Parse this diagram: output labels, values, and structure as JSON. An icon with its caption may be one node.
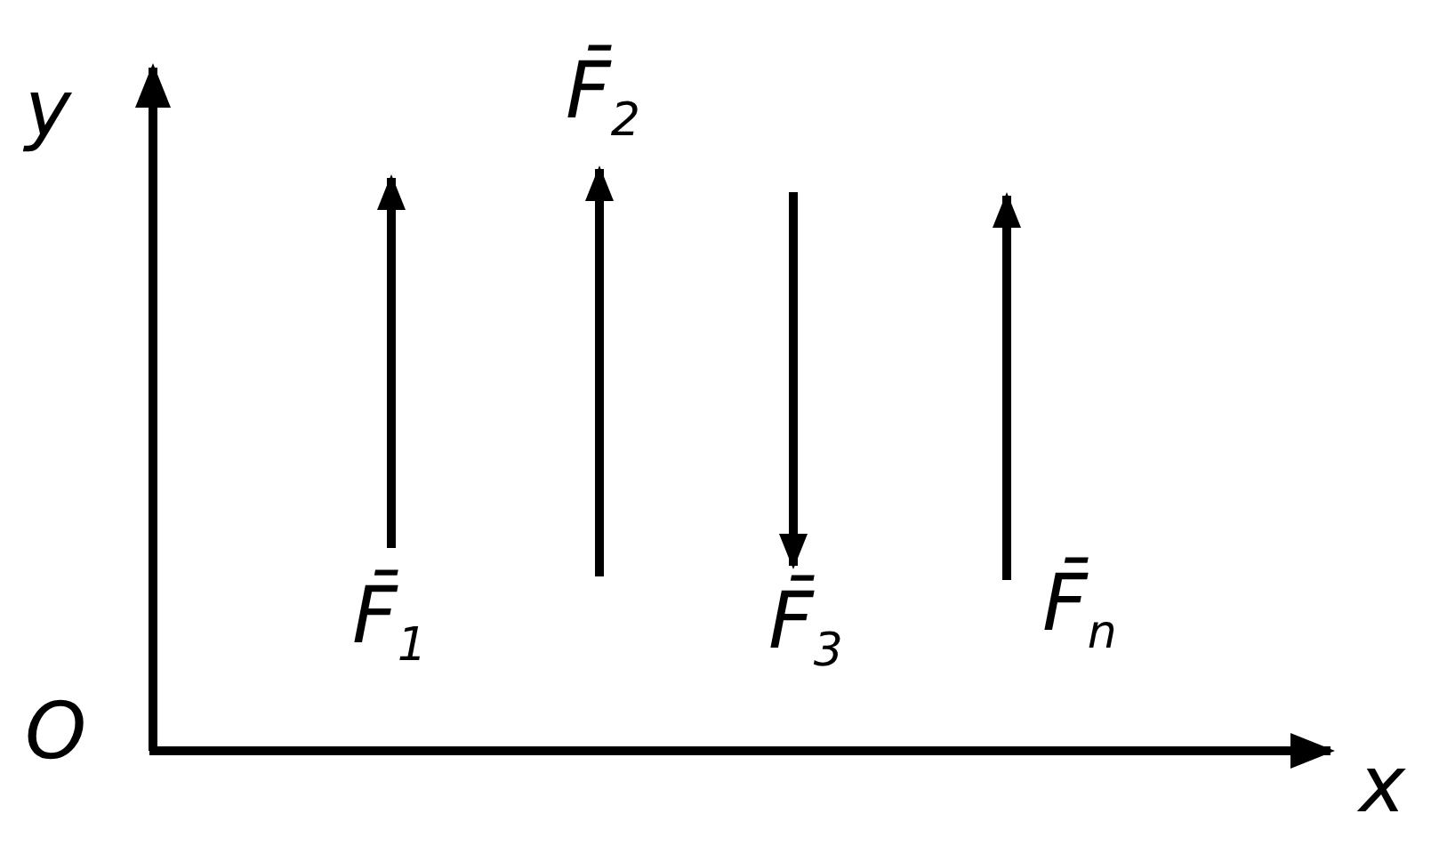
{
  "diagram": {
    "labels": [
      "y",
      "F̄$_{2}$",
      "F̄$_{1}$",
      "F̄$_{3}$",
      "F̄$_{n}$",
      "O",
      "x"
    ]
  }
}
